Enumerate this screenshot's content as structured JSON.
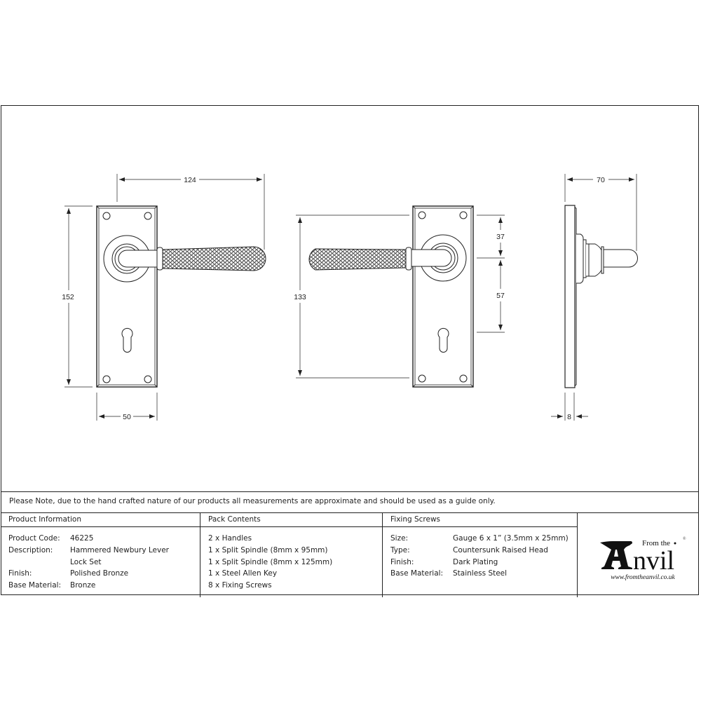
{
  "drawing": {
    "front_view": {
      "width_label": "124",
      "height_label": "152",
      "plate_width_label": "50"
    },
    "back_view": {
      "height_label": "133",
      "top_to_spindle_label": "37",
      "spindle_to_keyhole_label": "57"
    },
    "side_view": {
      "projection_label": "70",
      "plate_thickness_label": "8"
    }
  },
  "note": "Please Note, due to the hand crafted nature of our products all measurements are approximate and should be used as a guide only.",
  "product_information": {
    "heading": "Product Information",
    "rows": [
      {
        "key": "Product Code:",
        "value": "46225"
      },
      {
        "key": "Description:",
        "value": "Hammered Newbury Lever"
      },
      {
        "key": "",
        "value": "Lock Set"
      },
      {
        "key": "Finish:",
        "value": "Polished Bronze"
      },
      {
        "key": "Base Material:",
        "value": "Bronze"
      }
    ]
  },
  "pack_contents": {
    "heading": "Pack Contents",
    "items": [
      "2 x Handles",
      "1 x Split Spindle (8mm x 95mm)",
      "1 x Split Spindle (8mm x 125mm)",
      "1 x Steel Allen Key",
      "8 x Fixing Screws"
    ]
  },
  "fixing_screws": {
    "heading": "Fixing Screws",
    "rows": [
      {
        "key": "Size:",
        "value": "Gauge 6 x 1” (3.5mm x 25mm)"
      },
      {
        "key": "Type:",
        "value": "Countersunk Raised Head"
      },
      {
        "key": "Finish:",
        "value": "Dark Plating"
      },
      {
        "key": "Base Material:",
        "value": "Stainless Steel"
      }
    ]
  },
  "logo": {
    "prefix": "From the",
    "brand_initial": "A",
    "brand_rest": "nvil",
    "registered": "®",
    "url": "www.fromtheanvil.co.uk"
  }
}
